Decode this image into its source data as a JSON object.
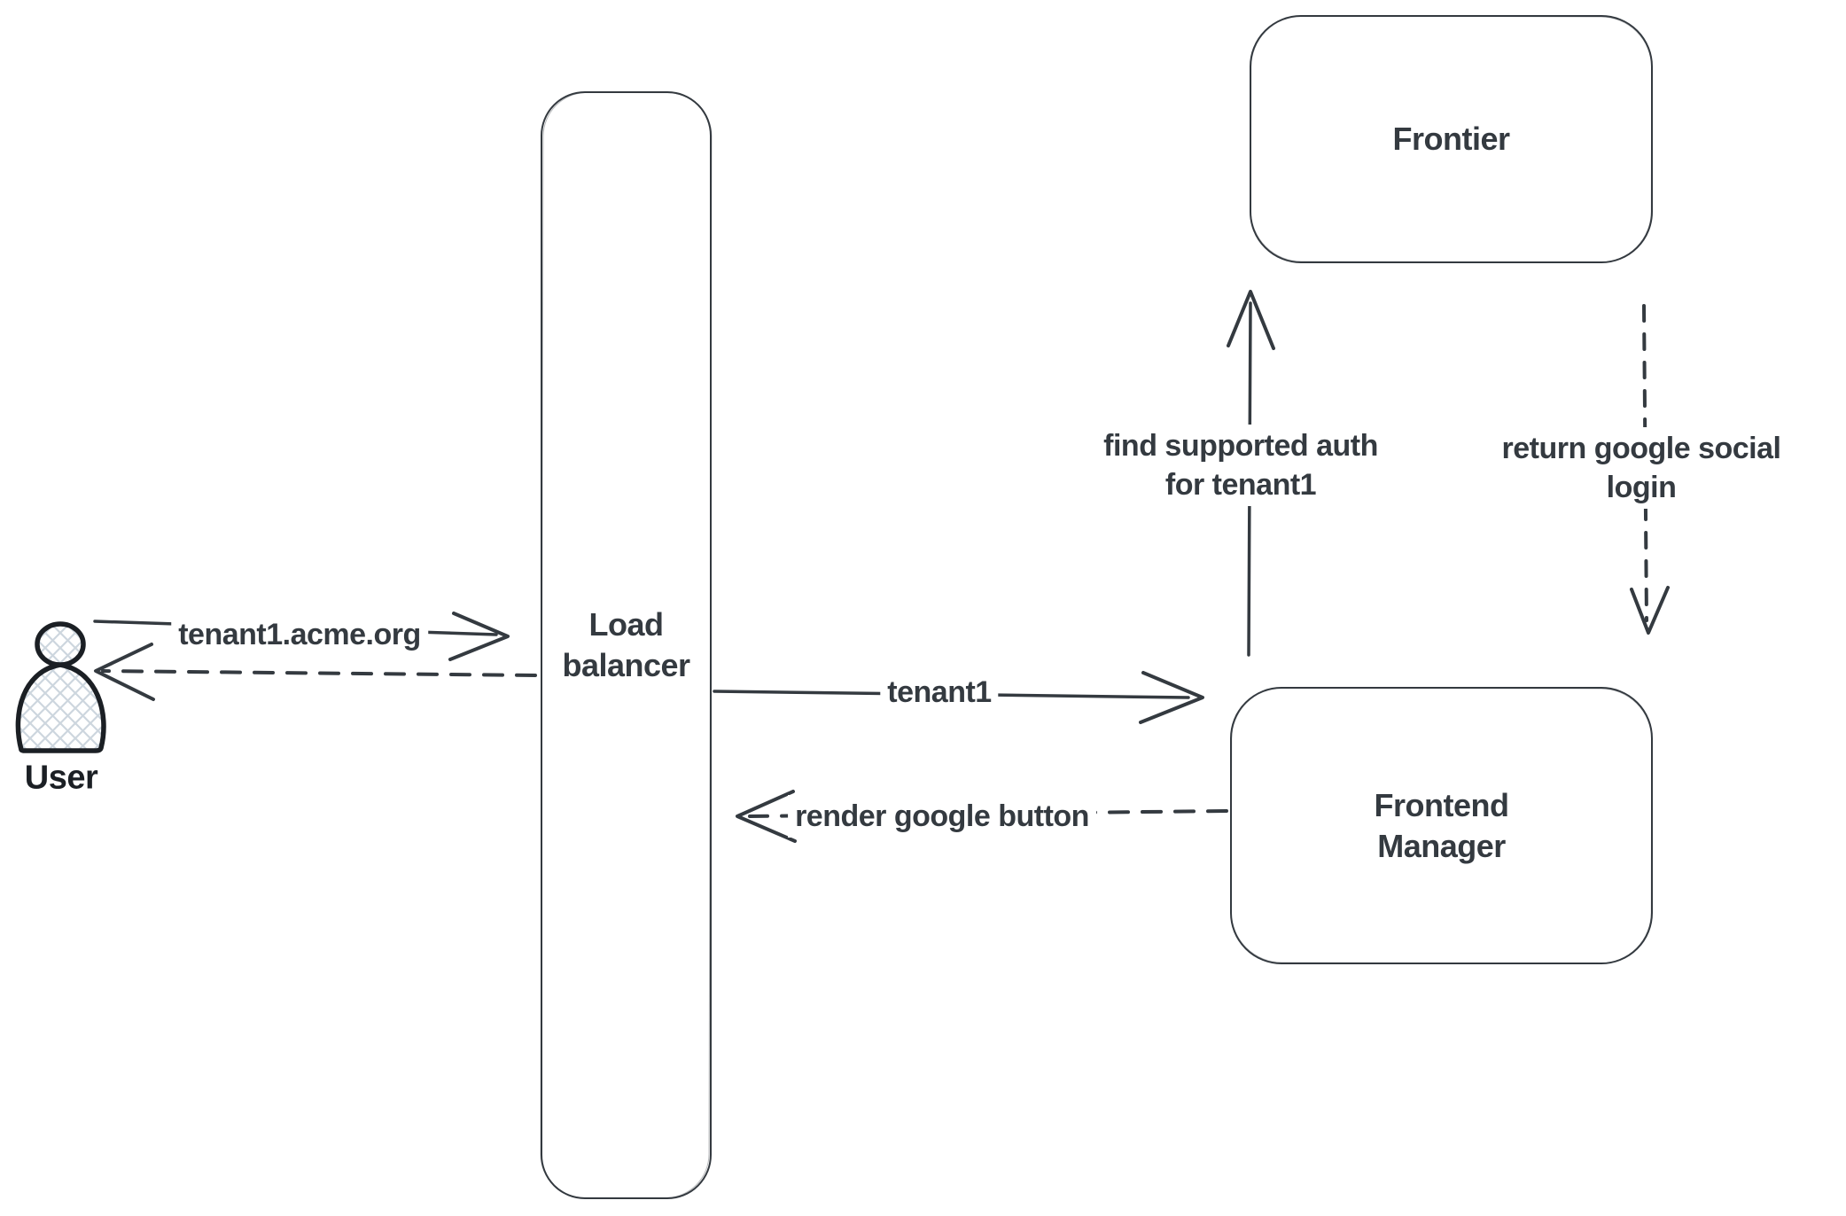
{
  "canvas": {
    "background": "#ffffff",
    "ink_color": "#343a40",
    "user_ink_color": "#1b1f24",
    "hatch_color": "#cdd6de"
  },
  "nodes": {
    "user": {
      "label": "User"
    },
    "load_balancer": {
      "line1": "Load",
      "line2": "balancer"
    },
    "frontier": {
      "label": "Frontier"
    },
    "frontend_manager": {
      "line1": "Frontend",
      "line2": "Manager"
    }
  },
  "edges": {
    "user_to_load_balancer": {
      "label": "tenant1.acme.org",
      "style": "solid",
      "direction": "right"
    },
    "load_balancer_to_user": {
      "label": "",
      "style": "dashed",
      "direction": "left"
    },
    "load_balancer_to_frontend_manager": {
      "label": "tenant1",
      "style": "solid",
      "direction": "right"
    },
    "frontend_manager_to_load_balancer": {
      "label": "render google button",
      "style": "dashed",
      "direction": "left"
    },
    "frontend_manager_to_frontier": {
      "line1": "find supported auth",
      "line2": "for tenant1",
      "style": "solid",
      "direction": "up"
    },
    "frontier_to_frontend_manager": {
      "line1": "return google social",
      "line2": "login",
      "style": "dashed",
      "direction": "down"
    }
  }
}
